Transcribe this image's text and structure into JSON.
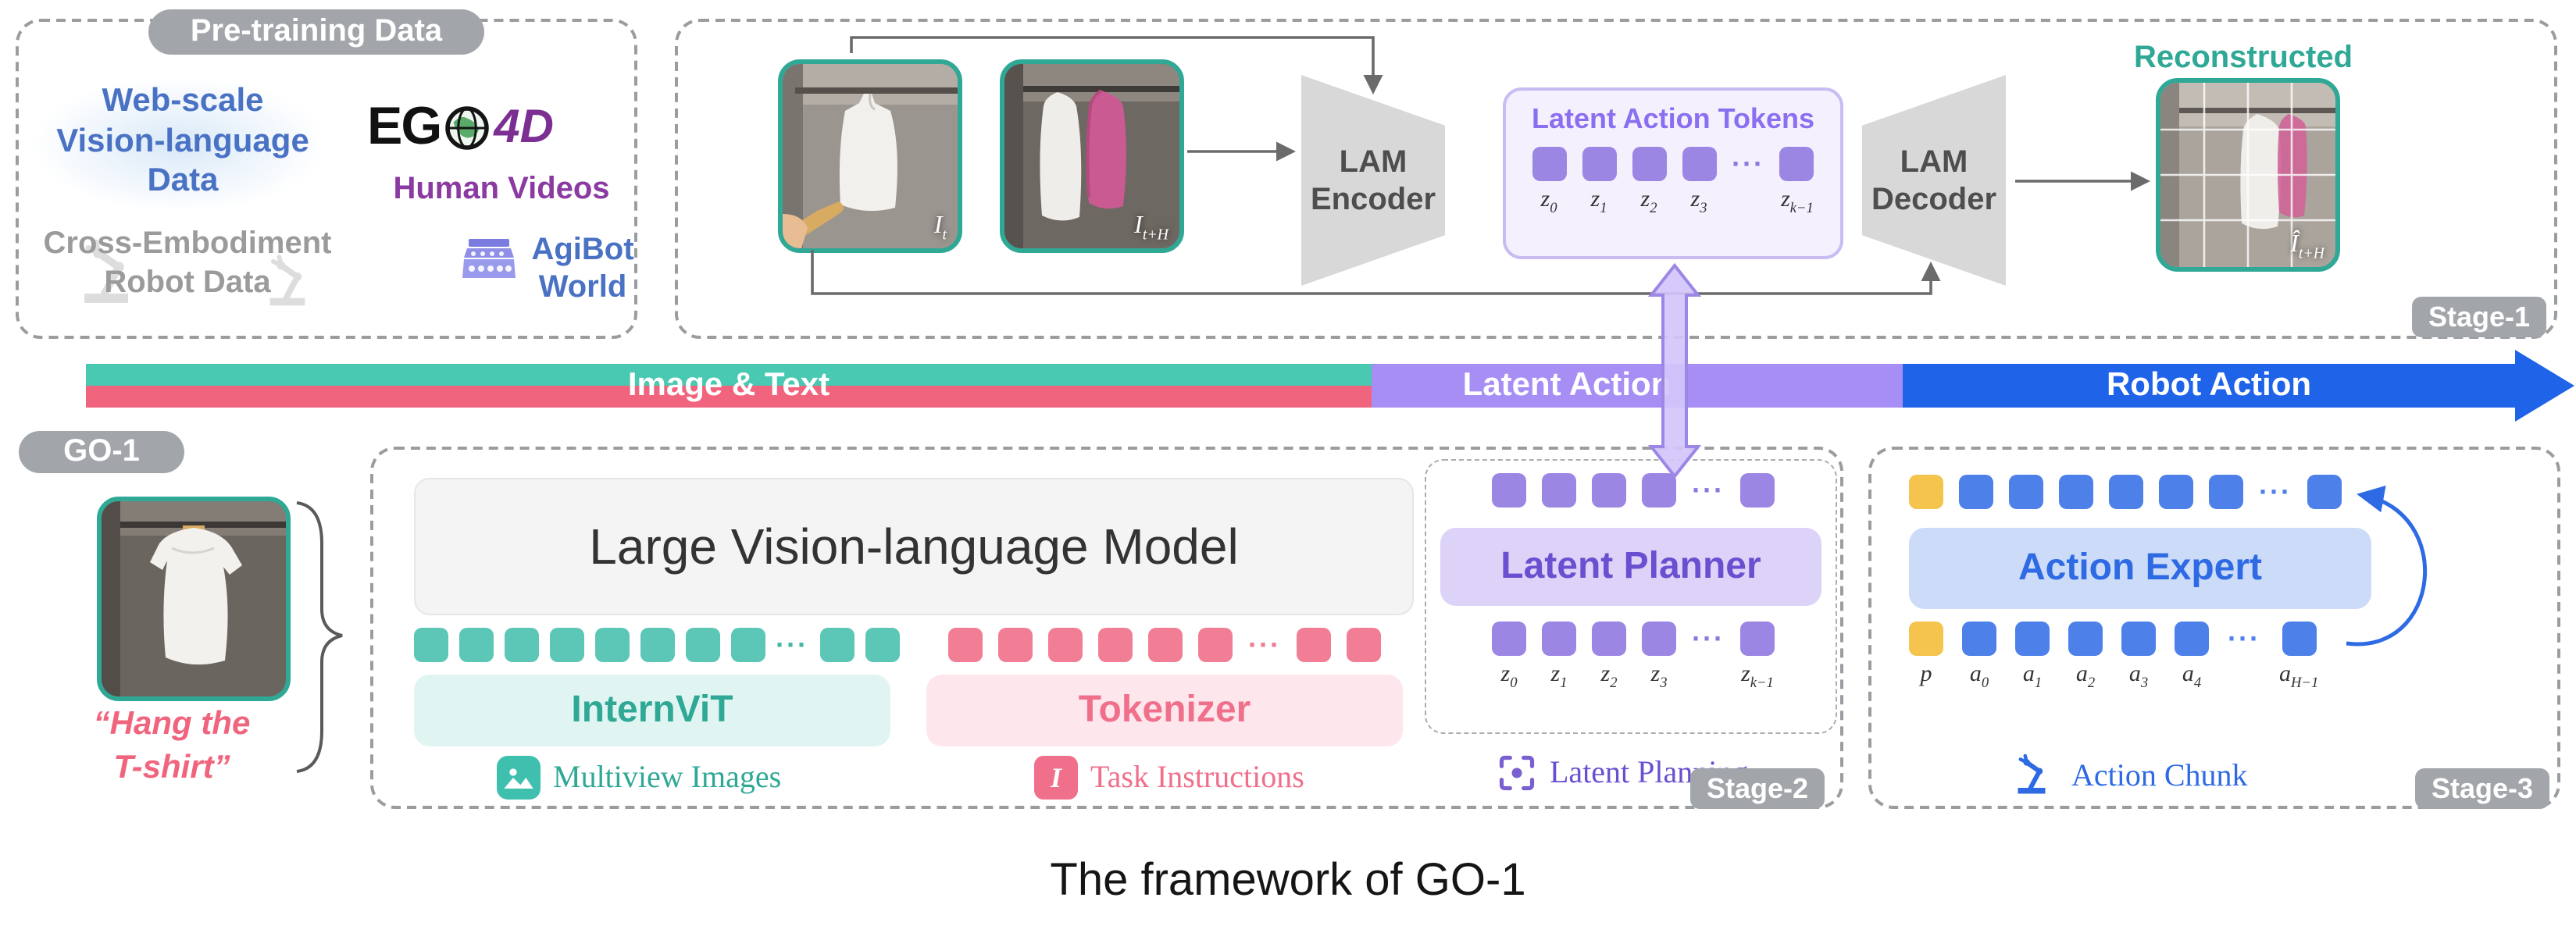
{
  "ui": {
    "ellipsis": "···"
  },
  "caption": "The framework of GO-1",
  "pretraining": {
    "title": "Pre-training Data",
    "web_scale": "Web-scale\nVision-language\nData",
    "ego_prefix": "EG",
    "ego_suffix": "4D",
    "human_videos": "Human Videos",
    "cross_embodiment": "Cross-Embodiment\nRobot Data",
    "agibot_world": "AgiBot\nWorld"
  },
  "stage1": {
    "badge": "Stage-1",
    "frame_t": {
      "main": "I",
      "sub": "t"
    },
    "frame_th": {
      "main": "I",
      "sub": "t+H"
    },
    "encoder": "LAM\nEncoder",
    "decoder": "LAM\nDecoder",
    "tokens_title": "Latent Action Tokens",
    "token_labels": [
      {
        "main": "z",
        "sub": "0"
      },
      {
        "main": "z",
        "sub": "1"
      },
      {
        "main": "z",
        "sub": "2"
      },
      {
        "main": "z",
        "sub": "3"
      },
      {
        "main": "z",
        "sub": "k−1"
      }
    ],
    "reconstructed": "Reconstructed",
    "recon": {
      "main": "Î",
      "sub": "t+H"
    }
  },
  "banner": {
    "image_text": "Image & Text",
    "latent_action": "Latent Action",
    "robot_action": "Robot Action"
  },
  "go1": {
    "badge": "GO-1",
    "instruction": "“Hang the\nT-shirt”"
  },
  "stage2": {
    "badge": "Stage-2",
    "vlm": "Large Vision-language Model",
    "internvit": "InternViT",
    "tokenizer": "Tokenizer",
    "multiview": "Multiview Images",
    "task_icon": "I",
    "task_instructions": "Task Instructions",
    "planner": "Latent Planner",
    "planning": "Latent Planning",
    "z_labels": [
      {
        "main": "z",
        "sub": "0"
      },
      {
        "main": "z",
        "sub": "1"
      },
      {
        "main": "z",
        "sub": "2"
      },
      {
        "main": "z",
        "sub": "3"
      },
      {
        "main": "z",
        "sub": "k−1"
      }
    ]
  },
  "stage3": {
    "badge": "Stage-3",
    "expert": "Action Expert",
    "chunk": "Action Chunk",
    "labels": [
      {
        "main": "p",
        "sub": ""
      },
      {
        "main": "a",
        "sub": "0"
      },
      {
        "main": "a",
        "sub": "1"
      },
      {
        "main": "a",
        "sub": "2"
      },
      {
        "main": "a",
        "sub": "3"
      },
      {
        "main": "a",
        "sub": "4"
      },
      {
        "main": "a",
        "sub": "H−1"
      }
    ]
  }
}
